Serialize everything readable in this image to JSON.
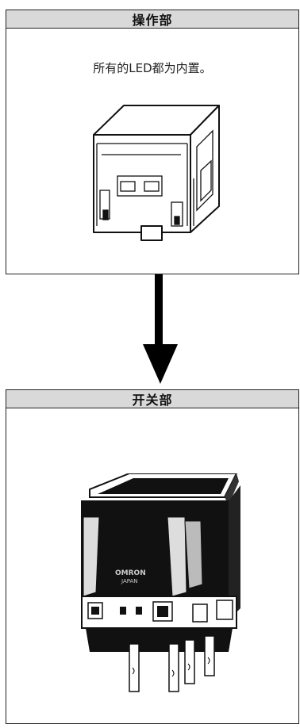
{
  "operation_panel": {
    "title": "操作部",
    "note": "所有的LED都为内置。",
    "illustration": "operation-unit-drawing"
  },
  "switch_panel": {
    "title": "开关部",
    "illustration": "switch-unit-drawing",
    "stamp_text": "OMRON JAPAN"
  },
  "arrow": {
    "direction": "down",
    "color": "#000000"
  }
}
